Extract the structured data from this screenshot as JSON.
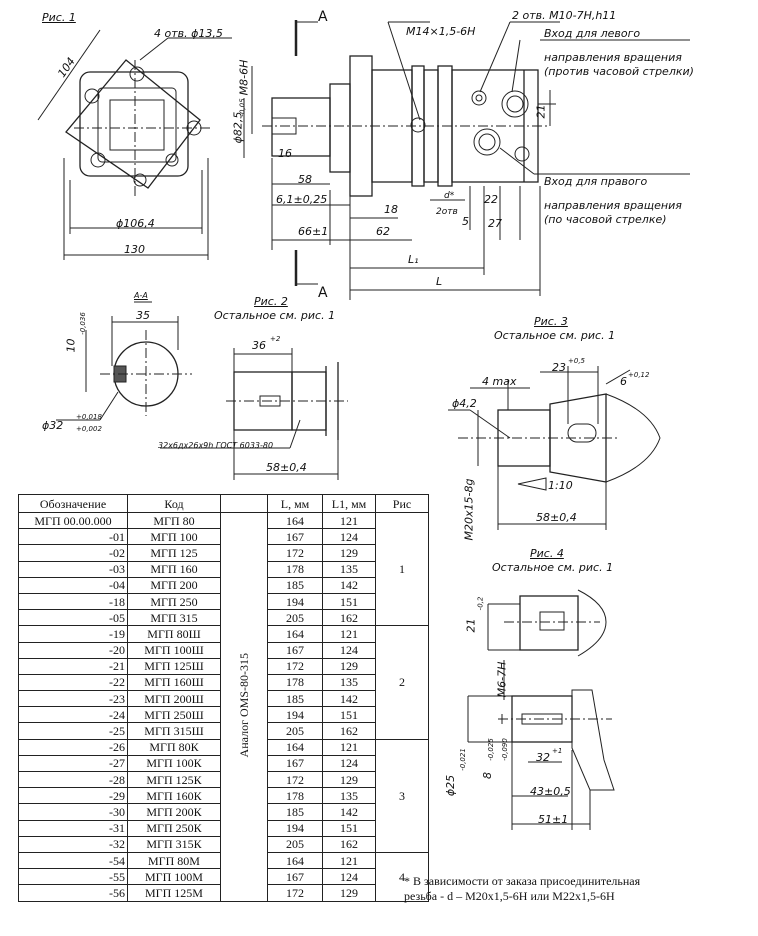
{
  "fig1": {
    "title": "Рис. 1",
    "holes": "4 отв. ϕ13,5",
    "d104": "104",
    "d106": "ϕ106,4",
    "d130": "130",
    "section_mark": "А",
    "m8": "М8-6Н",
    "d82": "ϕ82,5",
    "d82_tol": "-0,05",
    "d16": "16",
    "d58": "58",
    "d61": "6,1±0,25",
    "d18": "18",
    "d66": "66±1",
    "d62": "62",
    "l1": "L₁",
    "l": "L",
    "m14": "М14×1,5-6Н",
    "holes2": "2 отв. М10-7Н,h11",
    "left_inlet": "Вход для левого",
    "left_dir": "направления вращения",
    "left_dir2": "(против часовой стрелки)",
    "right_inlet": "Вход для правого",
    "right_dir": "направления вращения",
    "right_dir2": "(по часовой стрелке)",
    "d21": "21",
    "d22": "22",
    "d27": "27",
    "d5": "5",
    "dstar": "d*",
    "two_holes": "2отв"
  },
  "section_aa": {
    "title": "А-А",
    "d35": "35",
    "d10": "10",
    "d10_tol": "-0,036",
    "d32": "ϕ32",
    "d32_tol1": "+0,018",
    "d32_tol2": "+0,002"
  },
  "fig2": {
    "title": "Рис. 2",
    "subtitle": "Остальное см. рис. 1",
    "d36": "36",
    "d36_tol": "+2",
    "spline": "32х6дх26х9h ГОСТ 6033-80",
    "d58": "58±0,4"
  },
  "fig3": {
    "title": "Рис. 3",
    "subtitle": "Остальное см. рис. 1",
    "max4": "4 max",
    "d23": "23",
    "d23_tol": "+0,5",
    "d6": "6",
    "d6_tol": "+0,12",
    "d42": "ϕ4,2",
    "taper": "1:10",
    "thread": "М20х15-8g",
    "d58": "58±0,4"
  },
  "fig4": {
    "title": "Рис. 4",
    "subtitle": "Остальное см. рис. 1",
    "d21": "21",
    "d21_tol": "-0,2",
    "m6": "М6-7Н",
    "d25": "ϕ25",
    "d25_tol": "-0,021",
    "d8": "8",
    "d8_tol1": "-0,025",
    "d8_tol2": "-0,090",
    "d32": "32",
    "d32_tol": "+1",
    "d43": "43±0,5",
    "d51": "51±1"
  },
  "table": {
    "headers": [
      "Обозначение",
      "Код",
      "",
      "L, мм",
      "L1, мм",
      "Рис"
    ],
    "analog": "Аналог OMS-80-315",
    "rows": [
      [
        "МГП 00.00.000",
        "МГП 80",
        "164",
        "121"
      ],
      [
        "-01",
        "МГП 100",
        "167",
        "124"
      ],
      [
        "-02",
        "МГП 125",
        "172",
        "129"
      ],
      [
        "-03",
        "МГП 160",
        "178",
        "135"
      ],
      [
        "-04",
        "МГП 200",
        "185",
        "142"
      ],
      [
        "-18",
        "МГП 250",
        "194",
        "151"
      ],
      [
        "-05",
        "МГП 315",
        "205",
        "162"
      ],
      [
        "-19",
        "МГП 80Ш",
        "164",
        "121"
      ],
      [
        "-20",
        "МГП 100Ш",
        "167",
        "124"
      ],
      [
        "-21",
        "МГП 125Ш",
        "172",
        "129"
      ],
      [
        "-22",
        "МГП 160Ш",
        "178",
        "135"
      ],
      [
        "-23",
        "МГП 200Ш",
        "185",
        "142"
      ],
      [
        "-24",
        "МГП 250Ш",
        "194",
        "151"
      ],
      [
        "-25",
        "МГП 315Ш",
        "205",
        "162"
      ],
      [
        "-26",
        "МГП 80К",
        "164",
        "121"
      ],
      [
        "-27",
        "МГП 100К",
        "167",
        "124"
      ],
      [
        "-28",
        "МГП 125К",
        "172",
        "129"
      ],
      [
        "-29",
        "МГП 160К",
        "178",
        "135"
      ],
      [
        "-30",
        "МГП 200К",
        "185",
        "142"
      ],
      [
        "-31",
        "МГП 250К",
        "194",
        "151"
      ],
      [
        "-32",
        "МГП 315К",
        "205",
        "162"
      ],
      [
        "-54",
        "МГП 80М",
        "164",
        "121"
      ],
      [
        "-55",
        "МГП 100М",
        "167",
        "124"
      ],
      [
        "-56",
        "МГП 125М",
        "172",
        "129"
      ]
    ],
    "groups": [
      "1",
      "2",
      "3",
      "4"
    ]
  },
  "note": {
    "line1": "* В зависимости от заказа присоединительная",
    "line2": "резьба - d – М20х1,5-6Н или М22х1,5-6Н"
  }
}
